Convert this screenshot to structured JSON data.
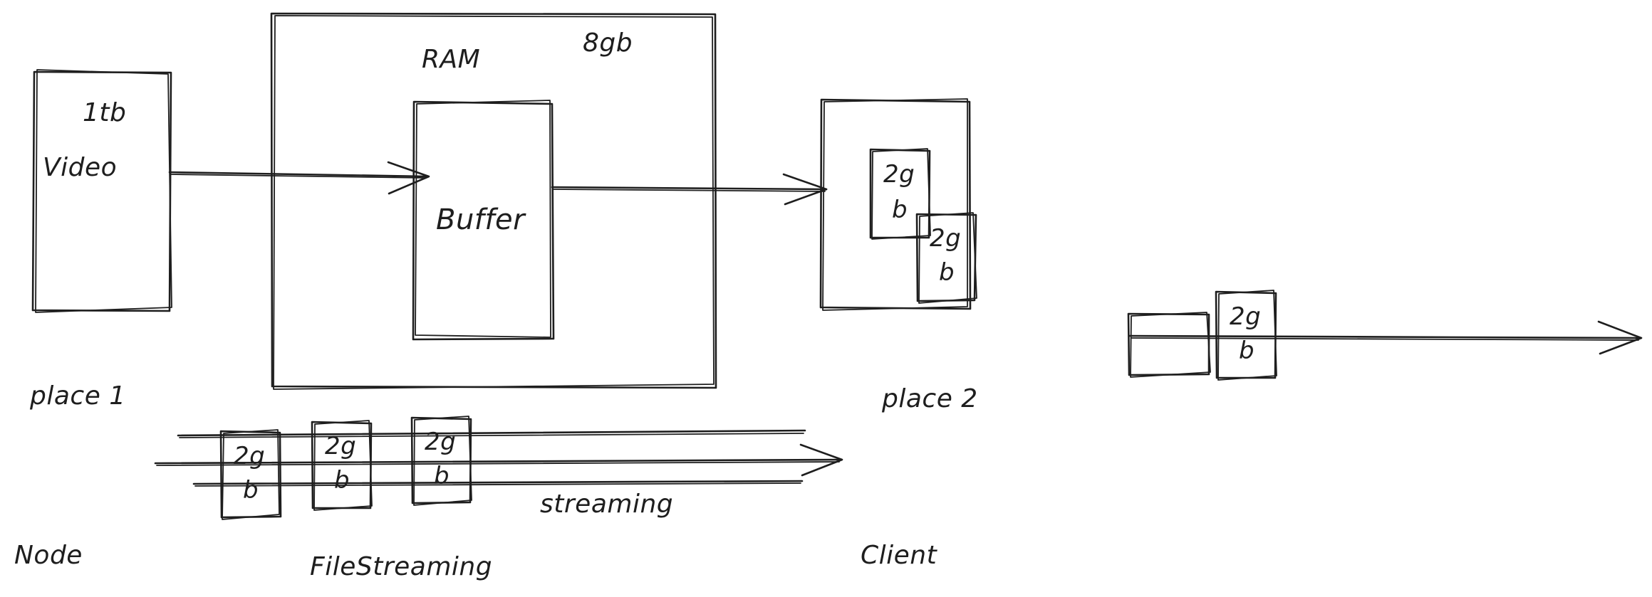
{
  "labels": {
    "video_size": "1tb",
    "video": "Video",
    "ram": "RAM",
    "ram_size": "8gb",
    "buffer": "Buffer",
    "place1": "place 1",
    "place2": "place 2",
    "node": "Node",
    "filestreaming": "FileStreaming",
    "client": "Client",
    "streaming": "streaming"
  },
  "chunk": {
    "line1": "2g",
    "line2": "b"
  },
  "colors": {
    "stroke": "#1e1e1e",
    "background": "#ffffff"
  }
}
